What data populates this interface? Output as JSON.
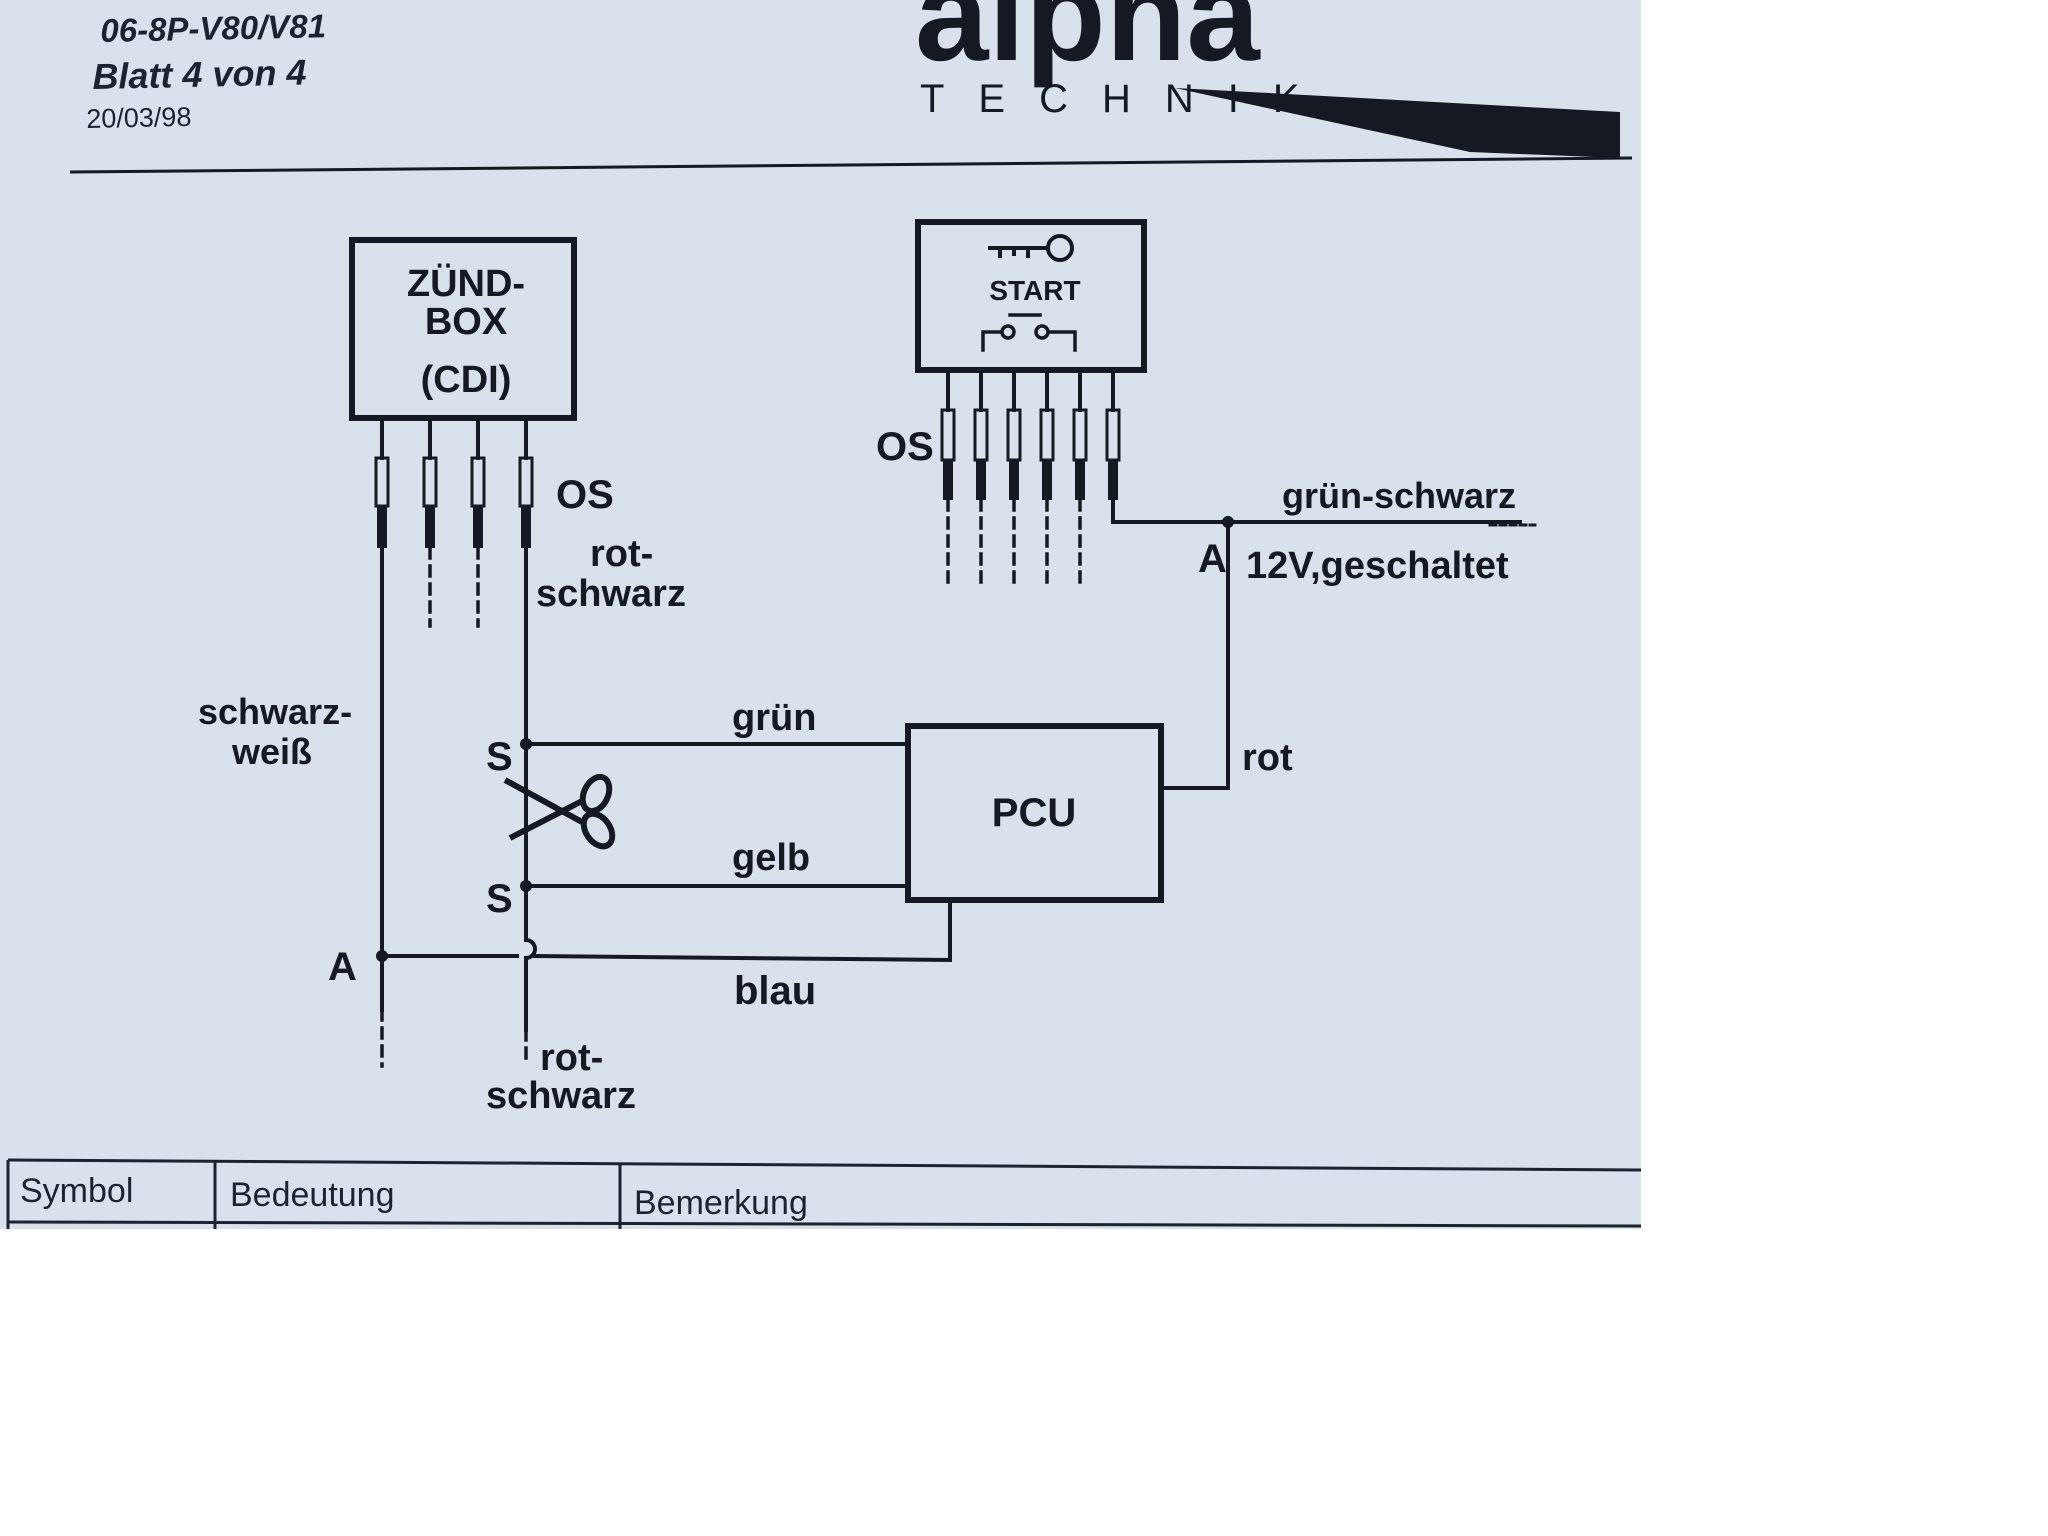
{
  "header": {
    "doc_id": "06-8P-V80/V81",
    "sheet": "Blatt 4 von 4",
    "date": "20/03/98",
    "logo_word": "alpha",
    "logo_sub": "TECHNIK"
  },
  "diagram": {
    "zuendbox": {
      "line1": "ZÜND-",
      "line2": "BOX",
      "line3": "(CDI)"
    },
    "start_switch": {
      "label": "START",
      "icon": "key-icon"
    },
    "pcu": {
      "label": "PCU"
    },
    "markers": {
      "os_left": "OS",
      "os_right": "OS",
      "a_left": "A",
      "a_right": "A",
      "s_top": "S",
      "s_bottom": "S"
    },
    "wires": {
      "rot_schwarz_top_1": "rot-",
      "rot_schwarz_top_2": "schwarz",
      "schwarz_weiss_1": "schwarz-",
      "schwarz_weiss_2": "weiß",
      "gruen": "grün",
      "gelb": "gelb",
      "blau": "blau",
      "rot": "rot",
      "gruen_schwarz": "grün-schwarz",
      "v12": "12V,geschaltet",
      "rot_schwarz_bottom_1": "rot-",
      "rot_schwarz_bottom_2": "schwarz"
    },
    "cut_icon": "scissors-icon"
  },
  "table": {
    "columns": [
      "Symbol",
      "Bedeutung",
      "Bemerkung"
    ]
  }
}
